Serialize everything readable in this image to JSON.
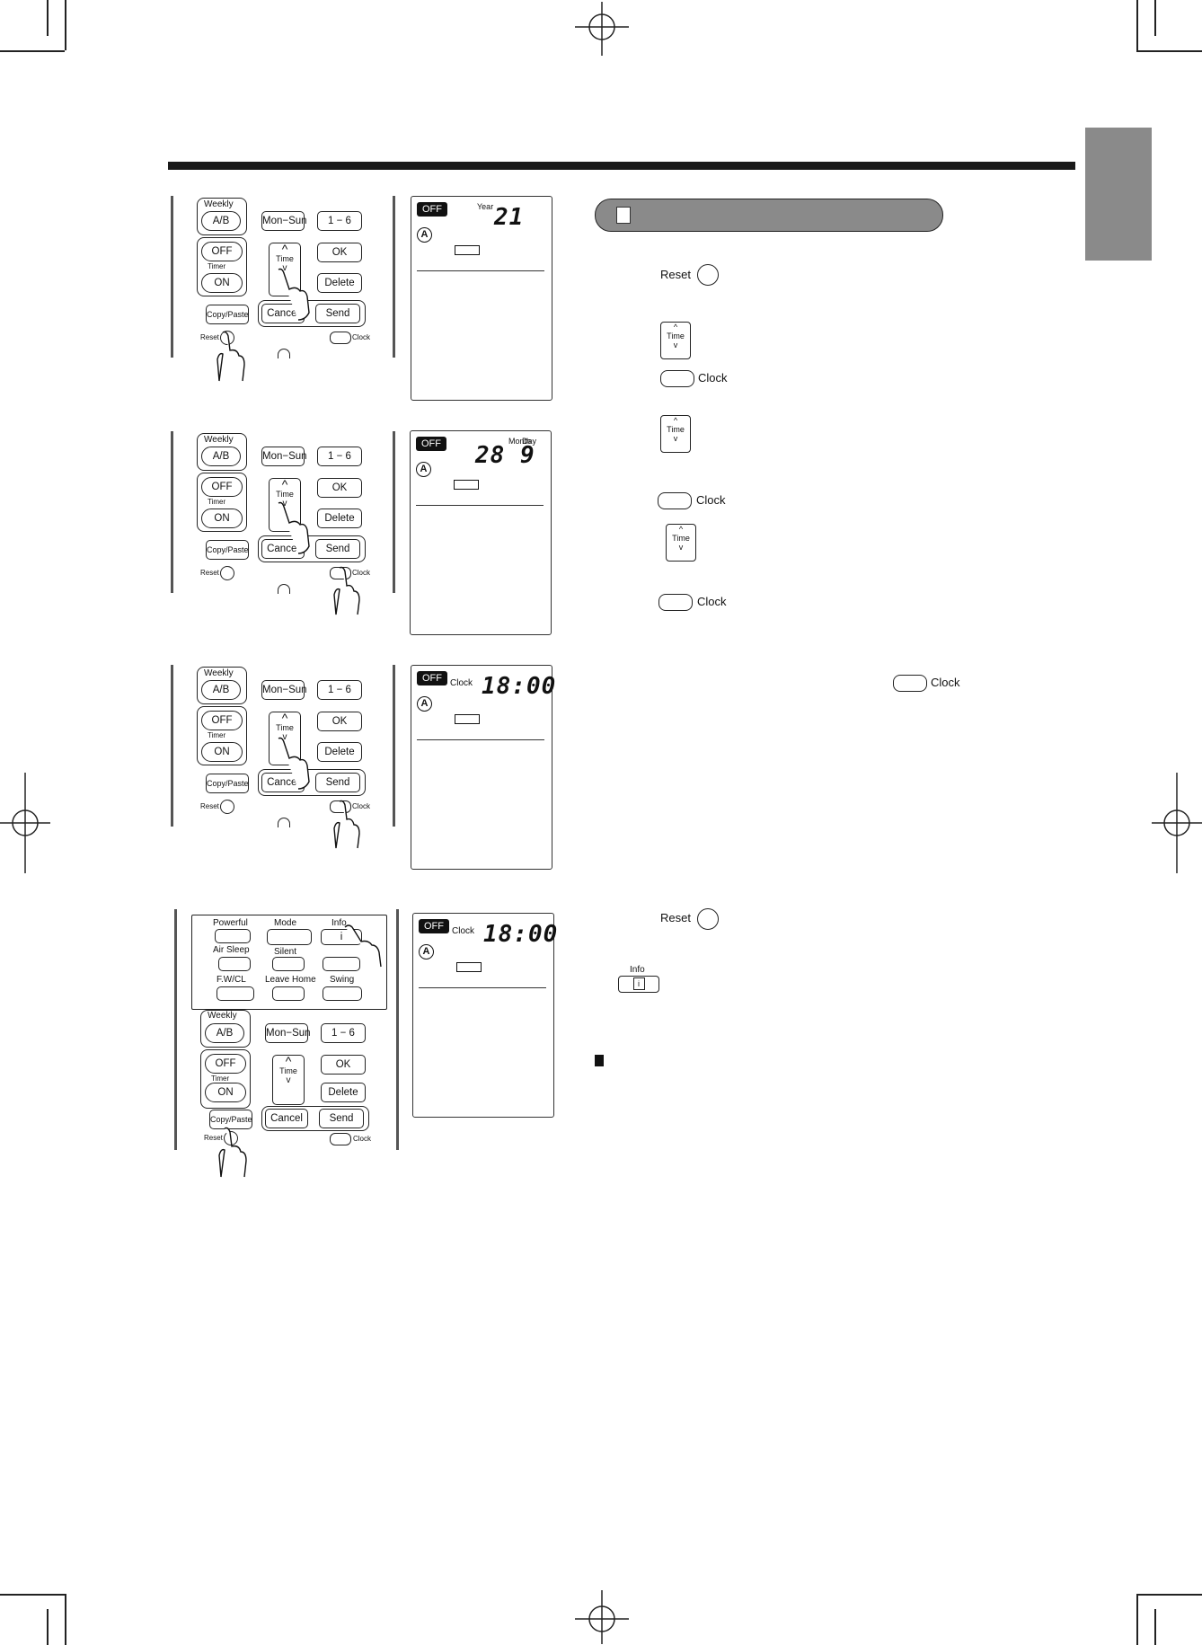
{
  "remote": {
    "weekly": "Weekly",
    "ab": "A/B",
    "mon_sun": "Mon−Sun",
    "one_six": "1 − 6",
    "off": "OFF",
    "ok": "OK",
    "timer": "Timer",
    "on": "ON",
    "time": "Time",
    "delete": "Delete",
    "copy_paste": "Copy/Paste",
    "cancel": "Cancel",
    "send": "Send",
    "reset": "Reset",
    "clock": "Clock",
    "powerful": "Powerful",
    "mode": "Mode",
    "info": "Info",
    "air_sleep": "Air Sleep",
    "silent": "Silent",
    "fwcl": "F.W/CL",
    "leave_home": "Leave Home",
    "swing": "Swing"
  },
  "lcd_screens": [
    {
      "off": "OFF",
      "label_top": "Year",
      "digits": "21"
    },
    {
      "off": "OFF",
      "label_day": "Day",
      "label_month": "Month",
      "digits": "28  9"
    },
    {
      "off": "OFF",
      "label": "Clock",
      "digits": "18:00"
    },
    {
      "off": "OFF",
      "label": "Clock",
      "digits": "18:00"
    }
  ],
  "instructions": {
    "reset_label": "Reset",
    "time_label": "Time",
    "clock_label": "Clock",
    "info_label": "Info"
  },
  "icons": {
    "auto_mode": "A",
    "info_glyph": "i"
  }
}
